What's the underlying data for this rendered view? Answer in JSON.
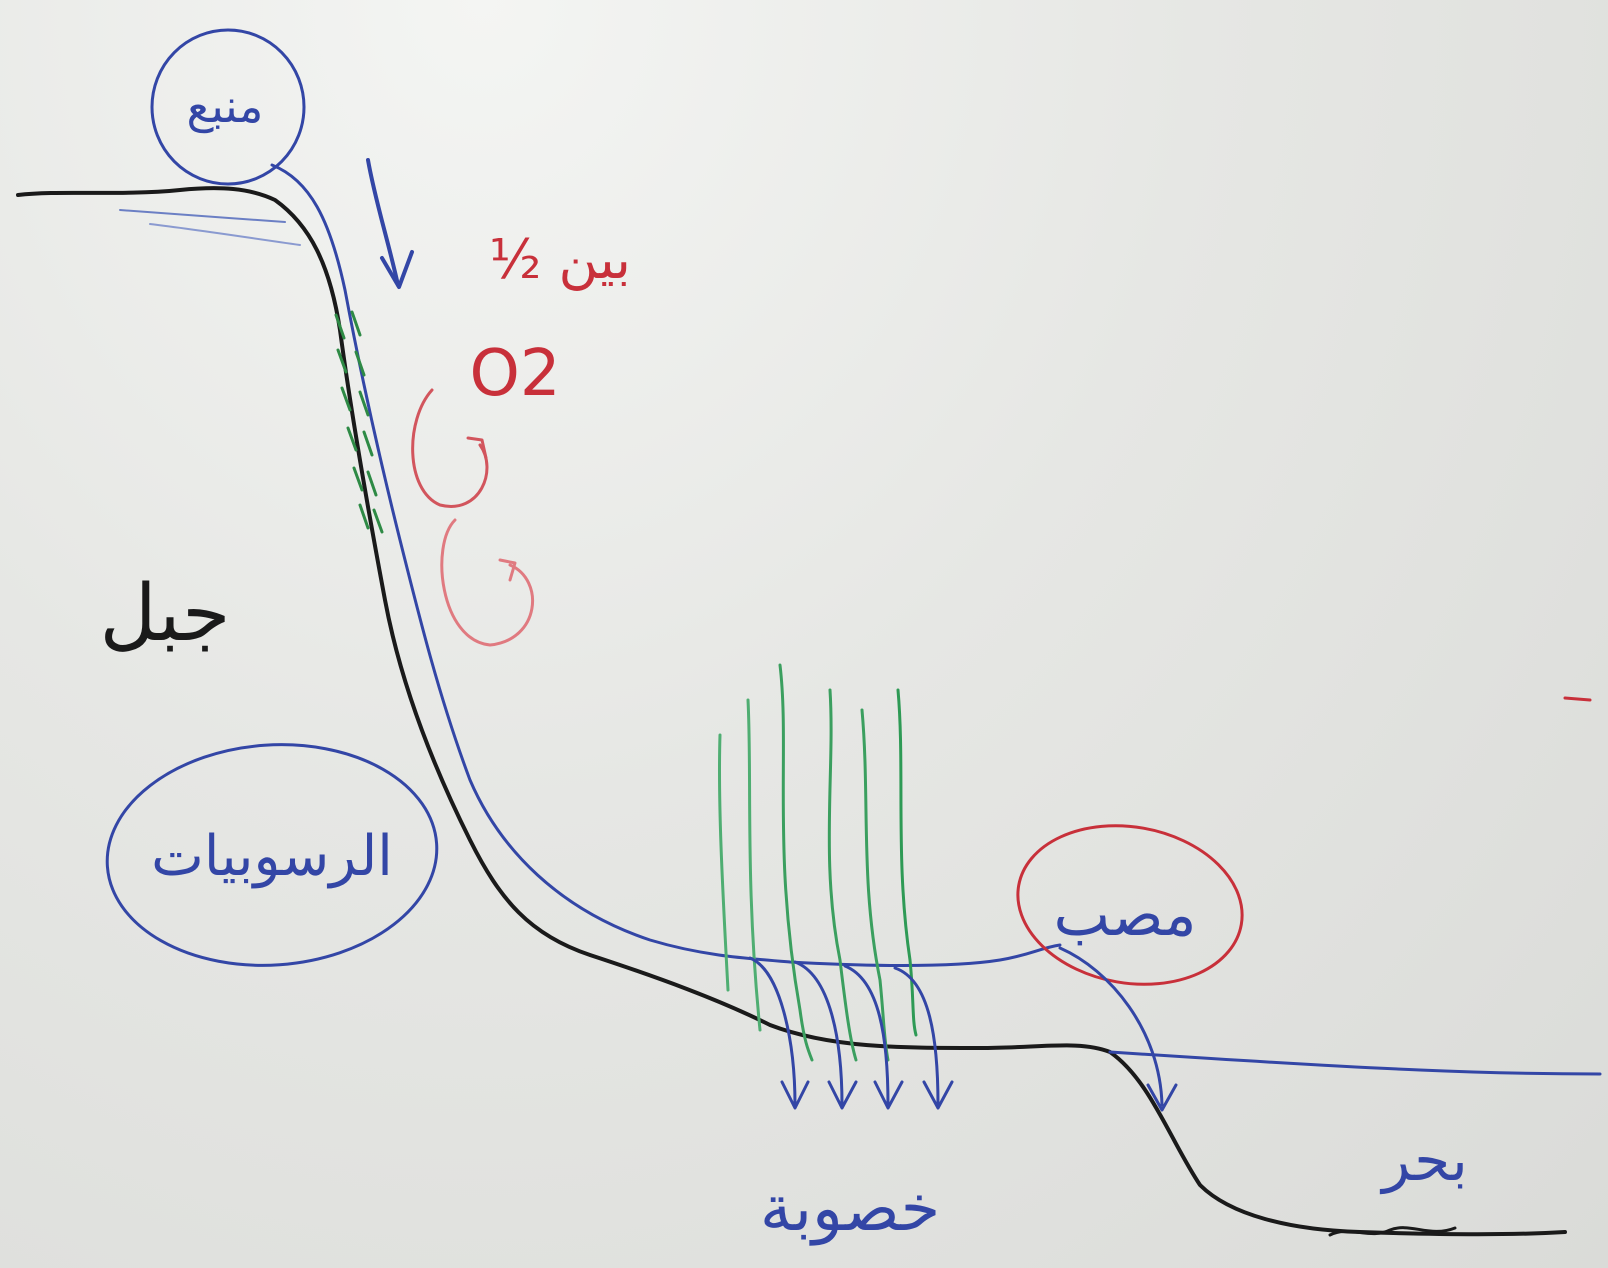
{
  "labels": {
    "source": "منبع",
    "mountain": "جبل",
    "sediments": "الرسوبيات",
    "mouth": "مصب",
    "fertility": "خصوبة",
    "sea": "بحر",
    "o2": "O2",
    "note": "بين ½"
  },
  "colors": {
    "ground": "#1a1a1a",
    "water": "#3346a6",
    "red": "#c8303a",
    "green": "#2e9a55",
    "board": "#e4e5e2"
  }
}
